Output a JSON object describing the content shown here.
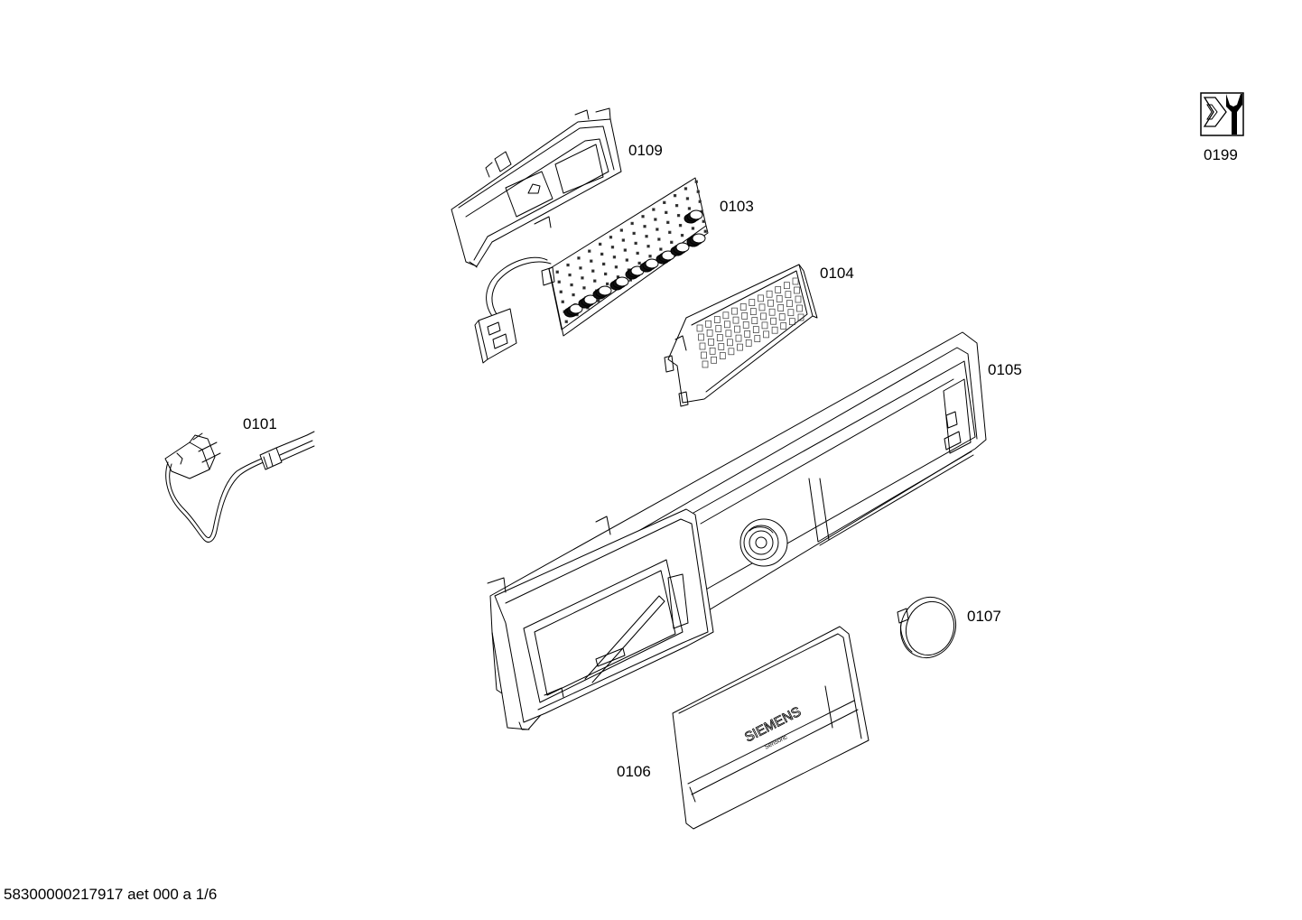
{
  "parts": [
    {
      "id": "0199",
      "label": "0199"
    },
    {
      "id": "0109",
      "label": "0109"
    },
    {
      "id": "0103",
      "label": "0103"
    },
    {
      "id": "0104",
      "label": "0104"
    },
    {
      "id": "0105",
      "label": "0105"
    },
    {
      "id": "0101",
      "label": "0101"
    },
    {
      "id": "0107",
      "label": "0107"
    },
    {
      "id": "0106",
      "label": "0106"
    }
  ],
  "brand_text": "SIEMENS",
  "brand_subtext": "Sensoric",
  "footer": "58300000217917 aet 000 a 1/6",
  "icons": {
    "service": "wrench-service-icon"
  }
}
